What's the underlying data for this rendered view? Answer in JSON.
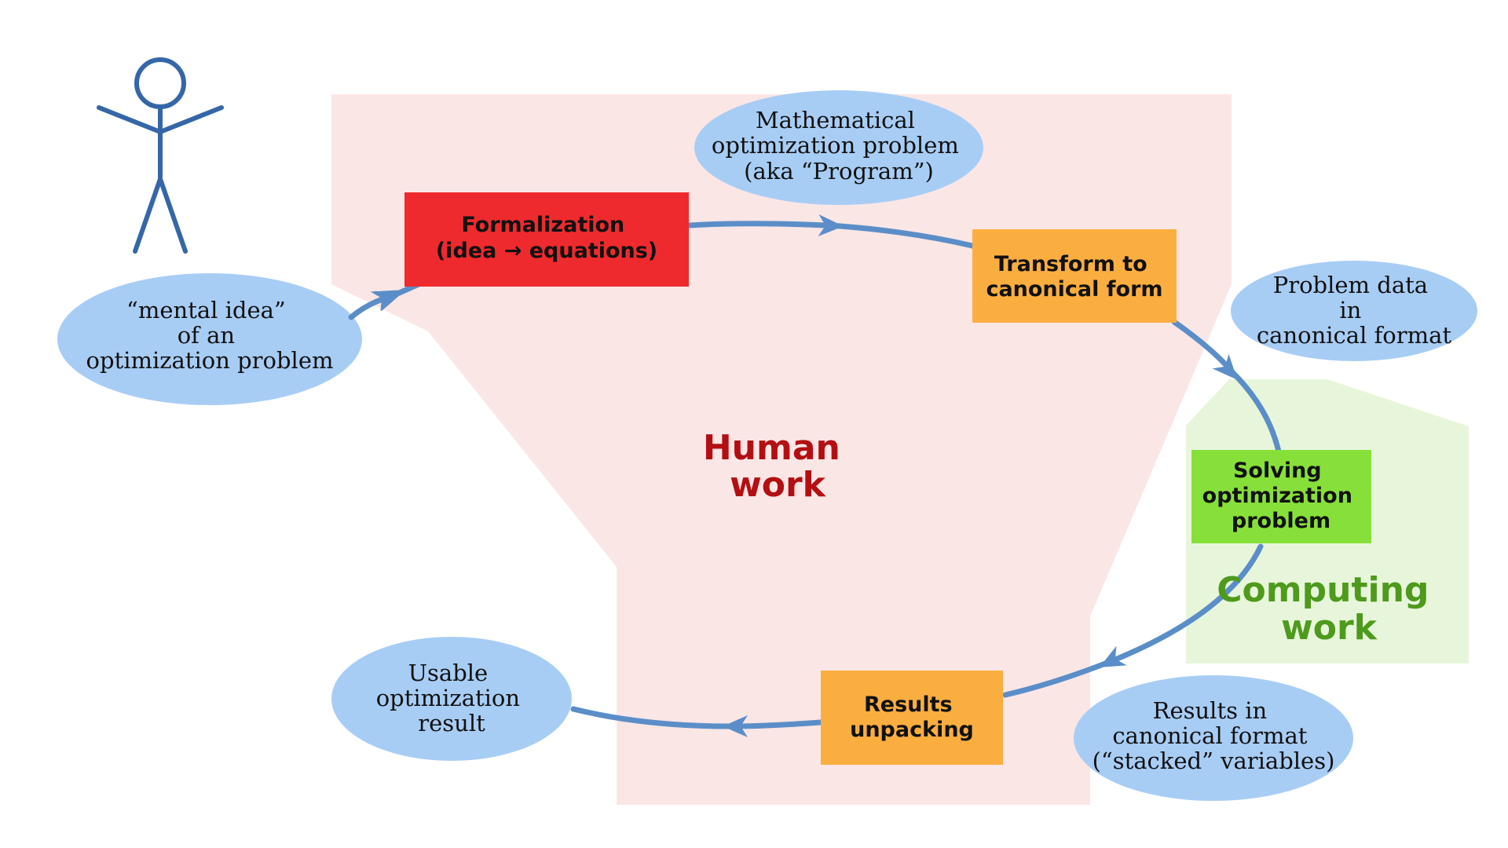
{
  "colors": {
    "human_region": "#fbe6e6",
    "computing_region": "#e7f6da",
    "ellipse_fill": "#a8cdf5",
    "arrow": "#5b8ec8",
    "stick_figure": "#3567a8",
    "formalization_box": "#ef2a2e",
    "transform_box": "#fbae40",
    "solving_box": "#87e03a",
    "unpacking_box": "#fbae40",
    "human_label": "#b30f12",
    "computing_label": "#4e9a1c"
  },
  "ellipses": {
    "mental_idea": [
      "“mental idea”",
      "of an",
      "optimization problem"
    ],
    "math_problem": [
      "Mathematical",
      "optimization problem",
      "(aka “Program”)"
    ],
    "problem_data": [
      "Problem data",
      "in",
      "canonical format"
    ],
    "results_canonical": [
      "Results in",
      "canonical format",
      "(“stacked” variables)"
    ],
    "usable_result": [
      "Usable",
      "optimization",
      "result"
    ]
  },
  "boxes": {
    "formalization": [
      "Formalization",
      "(idea → equations)"
    ],
    "transform": [
      "Transform to",
      "canonical form"
    ],
    "solving": [
      "Solving",
      "optimization",
      "problem"
    ],
    "unpacking": [
      "Results",
      "unpacking"
    ]
  },
  "regions": {
    "human": [
      "Human",
      "work"
    ],
    "computing": [
      "Computing",
      "work"
    ]
  },
  "icons": {
    "person": "stick-figure-icon"
  }
}
